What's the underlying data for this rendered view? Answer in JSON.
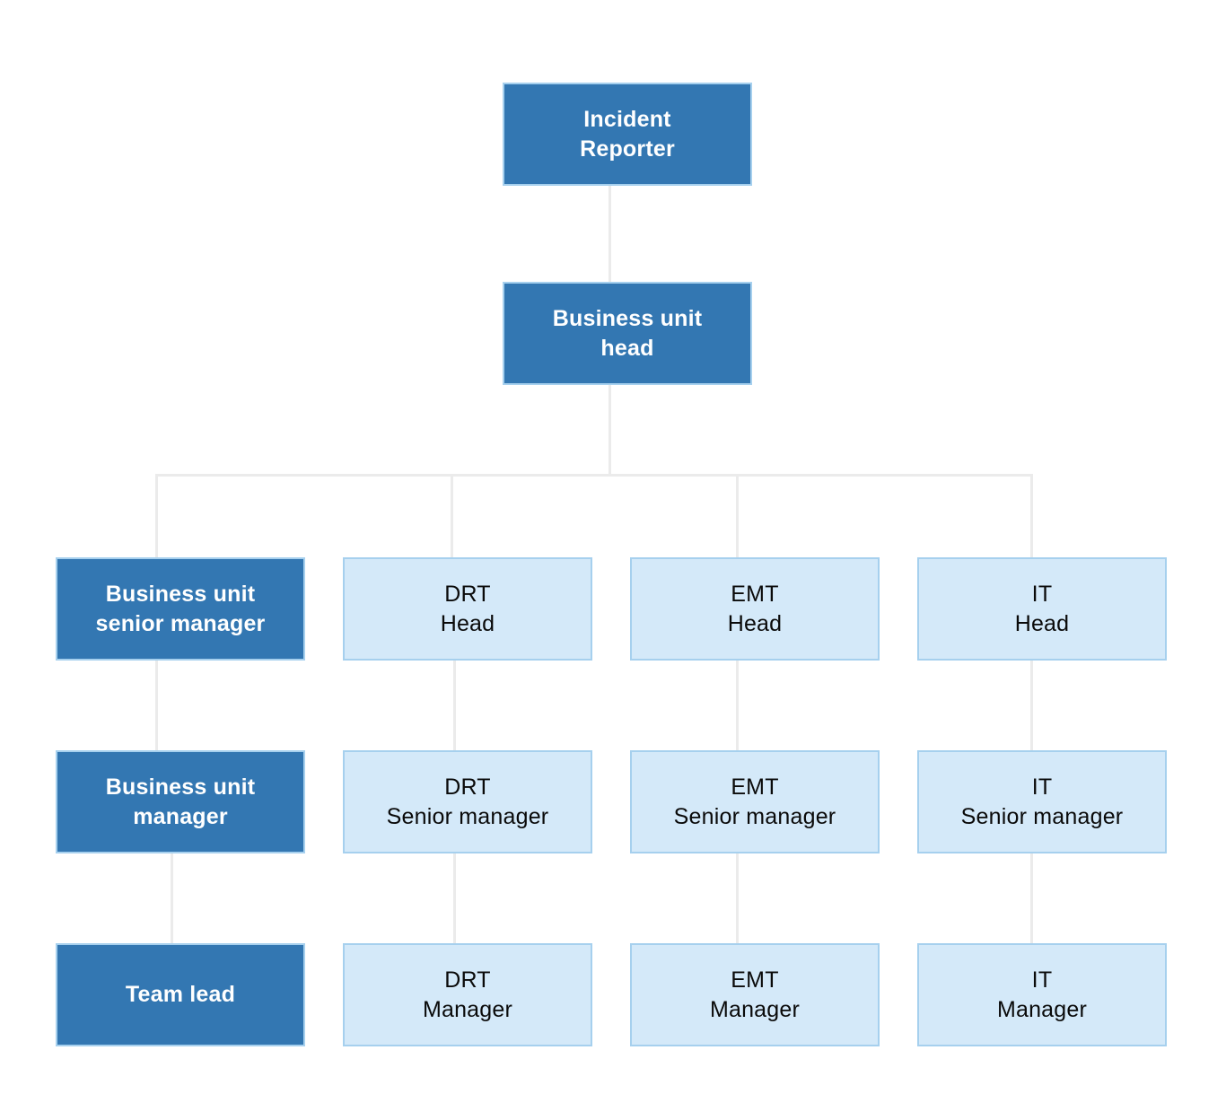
{
  "colors": {
    "dark_fill": "#3377b2",
    "light_fill": "#d4e9f9",
    "box_border": "#a6d0ee",
    "connector": "#ebebeb",
    "dark_text": "#ffffff",
    "light_text": "#0a0a0a"
  },
  "nodes": {
    "incident_reporter": {
      "label": "Incident\nReporter",
      "style": "dark"
    },
    "business_unit_head": {
      "label": "Business unit\nhead",
      "style": "dark"
    },
    "business_unit_senior_manager": {
      "label": "Business unit\nsenior manager",
      "style": "dark"
    },
    "drt_head": {
      "label": "DRT\nHead",
      "style": "light"
    },
    "emt_head": {
      "label": "EMT\nHead",
      "style": "light"
    },
    "it_head": {
      "label": "IT\nHead",
      "style": "light"
    },
    "business_unit_manager": {
      "label": "Business unit\nmanager",
      "style": "dark"
    },
    "drt_senior_manager": {
      "label": "DRT\nSenior manager",
      "style": "light"
    },
    "emt_senior_manager": {
      "label": "EMT\nSenior manager",
      "style": "light"
    },
    "it_senior_manager": {
      "label": "IT\nSenior manager",
      "style": "light"
    },
    "team_lead": {
      "label": "Team lead",
      "style": "dark"
    },
    "drt_manager": {
      "label": "DRT\nManager",
      "style": "light"
    },
    "emt_manager": {
      "label": "EMT\nManager",
      "style": "light"
    },
    "it_manager": {
      "label": "IT\nManager",
      "style": "light"
    }
  },
  "hierarchy": {
    "edges": [
      [
        "Incident Reporter",
        "Business unit head"
      ],
      [
        "Business unit head",
        "Business unit senior manager"
      ],
      [
        "Business unit head",
        "DRT Head"
      ],
      [
        "Business unit head",
        "EMT Head"
      ],
      [
        "Business unit head",
        "IT Head"
      ],
      [
        "Business unit senior manager",
        "Business unit manager"
      ],
      [
        "Business unit manager",
        "Team lead"
      ],
      [
        "DRT Head",
        "DRT Senior manager"
      ],
      [
        "DRT Senior manager",
        "DRT Manager"
      ],
      [
        "EMT Head",
        "EMT Senior manager"
      ],
      [
        "EMT Senior manager",
        "EMT Manager"
      ],
      [
        "IT Head",
        "IT Senior manager"
      ],
      [
        "IT Senior manager",
        "IT Manager"
      ]
    ]
  }
}
